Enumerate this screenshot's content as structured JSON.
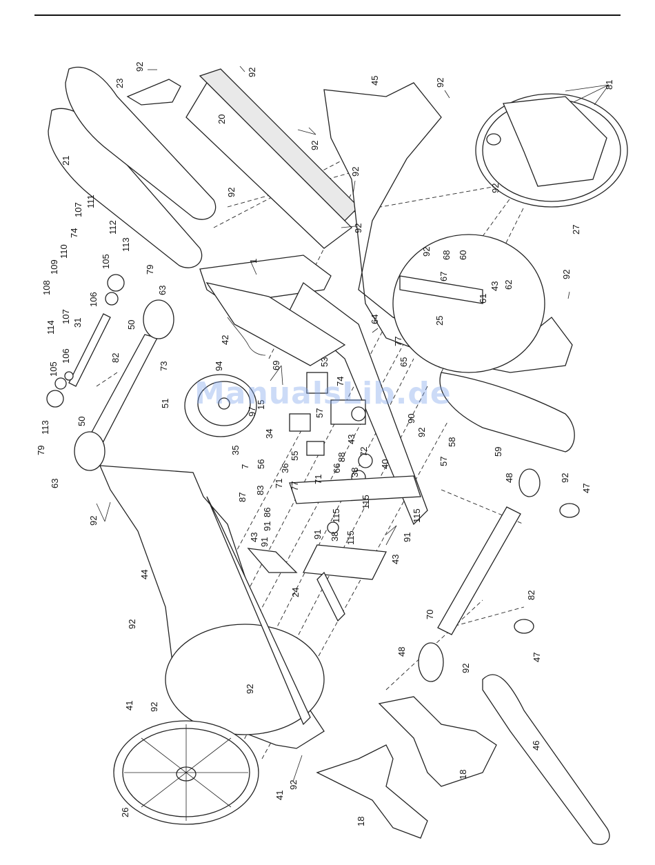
{
  "watermark": "ManualsLib.de",
  "callouts": [
    {
      "id": "92",
      "text": "92"
    },
    {
      "id": "23",
      "text": "23"
    },
    {
      "id": "92b",
      "text": "92"
    },
    {
      "id": "45",
      "text": "45"
    },
    {
      "id": "92c",
      "text": "92"
    },
    {
      "id": "81",
      "text": "81"
    },
    {
      "id": "21",
      "text": "21"
    },
    {
      "id": "20",
      "text": "20"
    },
    {
      "id": "92d",
      "text": "92"
    },
    {
      "id": "92e",
      "text": "92"
    },
    {
      "id": "92f",
      "text": "92"
    },
    {
      "id": "92g",
      "text": "92"
    },
    {
      "id": "27",
      "text": "27"
    },
    {
      "id": "92h",
      "text": "92"
    },
    {
      "id": "111",
      "text": "111"
    },
    {
      "id": "107",
      "text": "107"
    },
    {
      "id": "112",
      "text": "112"
    },
    {
      "id": "74",
      "text": "74"
    },
    {
      "id": "110",
      "text": "110"
    },
    {
      "id": "113",
      "text": "113"
    },
    {
      "id": "109",
      "text": "109"
    },
    {
      "id": "105",
      "text": "105"
    },
    {
      "id": "79",
      "text": "79"
    },
    {
      "id": "1",
      "text": "1"
    },
    {
      "id": "92i",
      "text": "92"
    },
    {
      "id": "68",
      "text": "68"
    },
    {
      "id": "60",
      "text": "60"
    },
    {
      "id": "67",
      "text": "67"
    },
    {
      "id": "43",
      "text": "43"
    },
    {
      "id": "62",
      "text": "62"
    },
    {
      "id": "61",
      "text": "61"
    },
    {
      "id": "92j",
      "text": "92"
    },
    {
      "id": "108",
      "text": "108"
    },
    {
      "id": "107b",
      "text": "107"
    },
    {
      "id": "106",
      "text": "106"
    },
    {
      "id": "63",
      "text": "63"
    },
    {
      "id": "114",
      "text": "114"
    },
    {
      "id": "31",
      "text": "31"
    },
    {
      "id": "50",
      "text": "50"
    },
    {
      "id": "25",
      "text": "25"
    },
    {
      "id": "64",
      "text": "64"
    },
    {
      "id": "42",
      "text": "42"
    },
    {
      "id": "77",
      "text": "77"
    },
    {
      "id": "82",
      "text": "82"
    },
    {
      "id": "73",
      "text": "73"
    },
    {
      "id": "106b",
      "text": "106"
    },
    {
      "id": "105b",
      "text": "105"
    },
    {
      "id": "94",
      "text": "94"
    },
    {
      "id": "69",
      "text": "69"
    },
    {
      "id": "53",
      "text": "53"
    },
    {
      "id": "65",
      "text": "65"
    },
    {
      "id": "51",
      "text": "51"
    },
    {
      "id": "74b",
      "text": "74"
    },
    {
      "id": "15",
      "text": "15"
    },
    {
      "id": "97",
      "text": "97"
    },
    {
      "id": "57",
      "text": "57"
    },
    {
      "id": "113b",
      "text": "113"
    },
    {
      "id": "79b",
      "text": "79"
    },
    {
      "id": "50b",
      "text": "50"
    },
    {
      "id": "34",
      "text": "34"
    },
    {
      "id": "90",
      "text": "90"
    },
    {
      "id": "92k",
      "text": "92"
    },
    {
      "id": "58",
      "text": "58"
    },
    {
      "id": "59",
      "text": "59"
    },
    {
      "id": "35",
      "text": "35"
    },
    {
      "id": "43b",
      "text": "43"
    },
    {
      "id": "72",
      "text": "72"
    },
    {
      "id": "7",
      "text": "7"
    },
    {
      "id": "56",
      "text": "56"
    },
    {
      "id": "36",
      "text": "36"
    },
    {
      "id": "55",
      "text": "55"
    },
    {
      "id": "88",
      "text": "88"
    },
    {
      "id": "40",
      "text": "40"
    },
    {
      "id": "57b",
      "text": "57"
    },
    {
      "id": "63b",
      "text": "63"
    },
    {
      "id": "83",
      "text": "83"
    },
    {
      "id": "71",
      "text": "71"
    },
    {
      "id": "77b",
      "text": "77"
    },
    {
      "id": "66",
      "text": "66"
    },
    {
      "id": "38",
      "text": "38"
    },
    {
      "id": "48",
      "text": "48"
    },
    {
      "id": "92l",
      "text": "92"
    },
    {
      "id": "47",
      "text": "47"
    },
    {
      "id": "87",
      "text": "87"
    },
    {
      "id": "71b",
      "text": "71"
    },
    {
      "id": "86",
      "text": "86"
    },
    {
      "id": "91",
      "text": "91"
    },
    {
      "id": "115",
      "text": "115"
    },
    {
      "id": "115b",
      "text": "115"
    },
    {
      "id": "115c",
      "text": "115"
    },
    {
      "id": "92m",
      "text": "92"
    },
    {
      "id": "43c",
      "text": "43"
    },
    {
      "id": "91b",
      "text": "91"
    },
    {
      "id": "38b",
      "text": "38"
    },
    {
      "id": "115d",
      "text": "115"
    },
    {
      "id": "91c",
      "text": "91"
    },
    {
      "id": "43d",
      "text": "43"
    },
    {
      "id": "44",
      "text": "44"
    },
    {
      "id": "91d",
      "text": "91"
    },
    {
      "id": "24",
      "text": "24"
    },
    {
      "id": "82b",
      "text": "82"
    },
    {
      "id": "92n",
      "text": "92"
    },
    {
      "id": "70",
      "text": "70"
    },
    {
      "id": "47b",
      "text": "47"
    },
    {
      "id": "48b",
      "text": "48"
    },
    {
      "id": "92o",
      "text": "92"
    },
    {
      "id": "92p",
      "text": "92"
    },
    {
      "id": "41",
      "text": "41"
    },
    {
      "id": "92q",
      "text": "92"
    },
    {
      "id": "46",
      "text": "46"
    },
    {
      "id": "18",
      "text": "18"
    },
    {
      "id": "92r",
      "text": "92"
    },
    {
      "id": "26",
      "text": "26"
    },
    {
      "id": "41b",
      "text": "41"
    },
    {
      "id": "18b",
      "text": "18"
    }
  ]
}
